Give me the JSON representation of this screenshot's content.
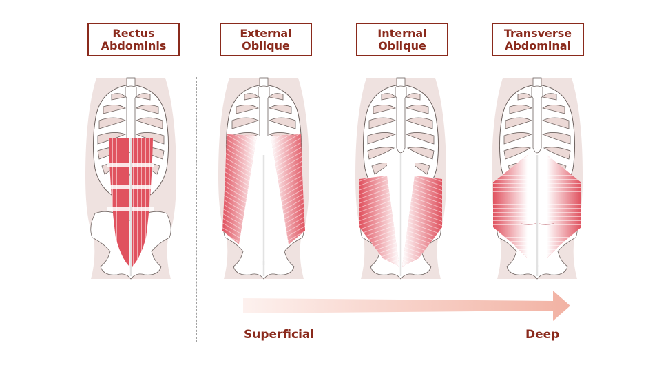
{
  "muscles": [
    {
      "name_line1": "Rectus",
      "name_line2": "Abdominis",
      "layer": "separate",
      "fiber_direction": "vertical"
    },
    {
      "name_line1": "External",
      "name_line2": "Oblique",
      "layer": "superficial",
      "fiber_direction": "diagonal-down-inward"
    },
    {
      "name_line1": "Internal",
      "name_line2": "Oblique",
      "layer": "middle",
      "fiber_direction": "diagonal-up-inward"
    },
    {
      "name_line1": "Transverse",
      "name_line2": "Abdominal",
      "layer": "deep",
      "fiber_direction": "horizontal"
    }
  ],
  "depth_scale": {
    "start_label": "Superficial",
    "end_label": "Deep",
    "arrow_icon": "gradient-right-arrow"
  },
  "colors": {
    "label_text": "#8a2a1c",
    "label_border": "#8a2a1c",
    "muscle": "#e0525f",
    "body_silhouette": "#efe2e0",
    "bone_fill": "#ffffff",
    "bone_outline": "#6e6360",
    "cartilage": "#e6e6e6",
    "arrow_end": "#f2b2a3",
    "divider": "#a0a0a0"
  }
}
